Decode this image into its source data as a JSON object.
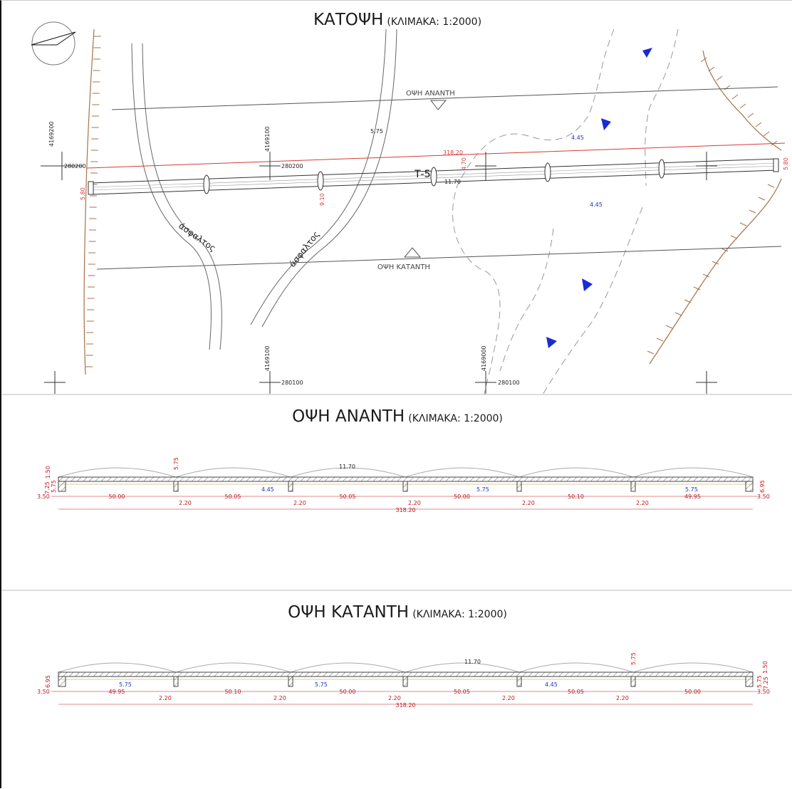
{
  "plan": {
    "title_main": "ΚΑΤΟΨΗ",
    "title_scale": "(ΚΛΙΜΑΚΑ: 1:2000)",
    "bridge_id": "Τ-5",
    "road_label_left": "άσφαλτος",
    "road_label_right": "άσφαλτος",
    "section_upstream_label": "ΟΨΗ ΑΝΑΝΤΗ",
    "section_downstream_label": "ΟΨΗ ΚΑΤΑΝΤΗ",
    "length_label": "318.20",
    "coords": {
      "y_top_left": "4169200",
      "y_top_mid": "4169100",
      "x_top_left": "280200",
      "x_top_mid": "280200",
      "y_bot_left": "4169100",
      "y_bot_mid": "4169000",
      "x_bot_left": "280100",
      "x_bot_mid": "280100"
    },
    "dims": {
      "d_5_80_left": "5.80",
      "d_5_80_right": "5.80",
      "d_9_10": "9.10",
      "d_4_70": "4.70",
      "d_11_70": "11.70",
      "d_5_75": "5.75",
      "d_4_45_a": "4.45",
      "d_4_45_b": "4.45"
    }
  },
  "upstream": {
    "title_main": "ΟΨΗ ΑΝΑΝΤΗ",
    "title_scale": "(ΚΛΙΜΑΚΑ: 1:2000)",
    "left_dims": {
      "a": "1.50",
      "b": "5.75",
      "c": "7.25"
    },
    "right_dim": "6.95",
    "pier_top_dim": "5.75",
    "center_dim": "11.70",
    "blue_labels": [
      "4.45",
      "5.75",
      "5.75"
    ],
    "end_left": "3.50",
    "end_right": "3.50",
    "spans": [
      "50.00",
      "50.05",
      "50.05",
      "50.00",
      "50.10",
      "49.95"
    ],
    "piers": [
      "2.20",
      "2.20",
      "2.20",
      "2.20",
      "2.20"
    ],
    "total": "318.20"
  },
  "downstream": {
    "title_main": "ΟΨΗ ΚΑΤΑΝΤΗ",
    "title_scale": "(ΚΛΙΜΑΚΑ: 1:2000)",
    "left_dim": "6.95",
    "right_dims": {
      "a": "1.50",
      "b": "5.75",
      "c": "7.25"
    },
    "pier_top_dim": "5.75",
    "center_dim": "11.70",
    "blue_labels": [
      "5.75",
      "5.75",
      "4.45"
    ],
    "end_left": "3.50",
    "end_right": "3.50",
    "spans": [
      "49.95",
      "50.10",
      "50.00",
      "50.05",
      "50.05",
      "50.00"
    ],
    "piers": [
      "2.20",
      "2.20",
      "2.20",
      "2.20",
      "2.20"
    ],
    "total": "318.20"
  },
  "colors": {
    "dim": "#c0181c",
    "blue": "#2233bb",
    "terrain": "#a6724a",
    "line": "#444444"
  }
}
